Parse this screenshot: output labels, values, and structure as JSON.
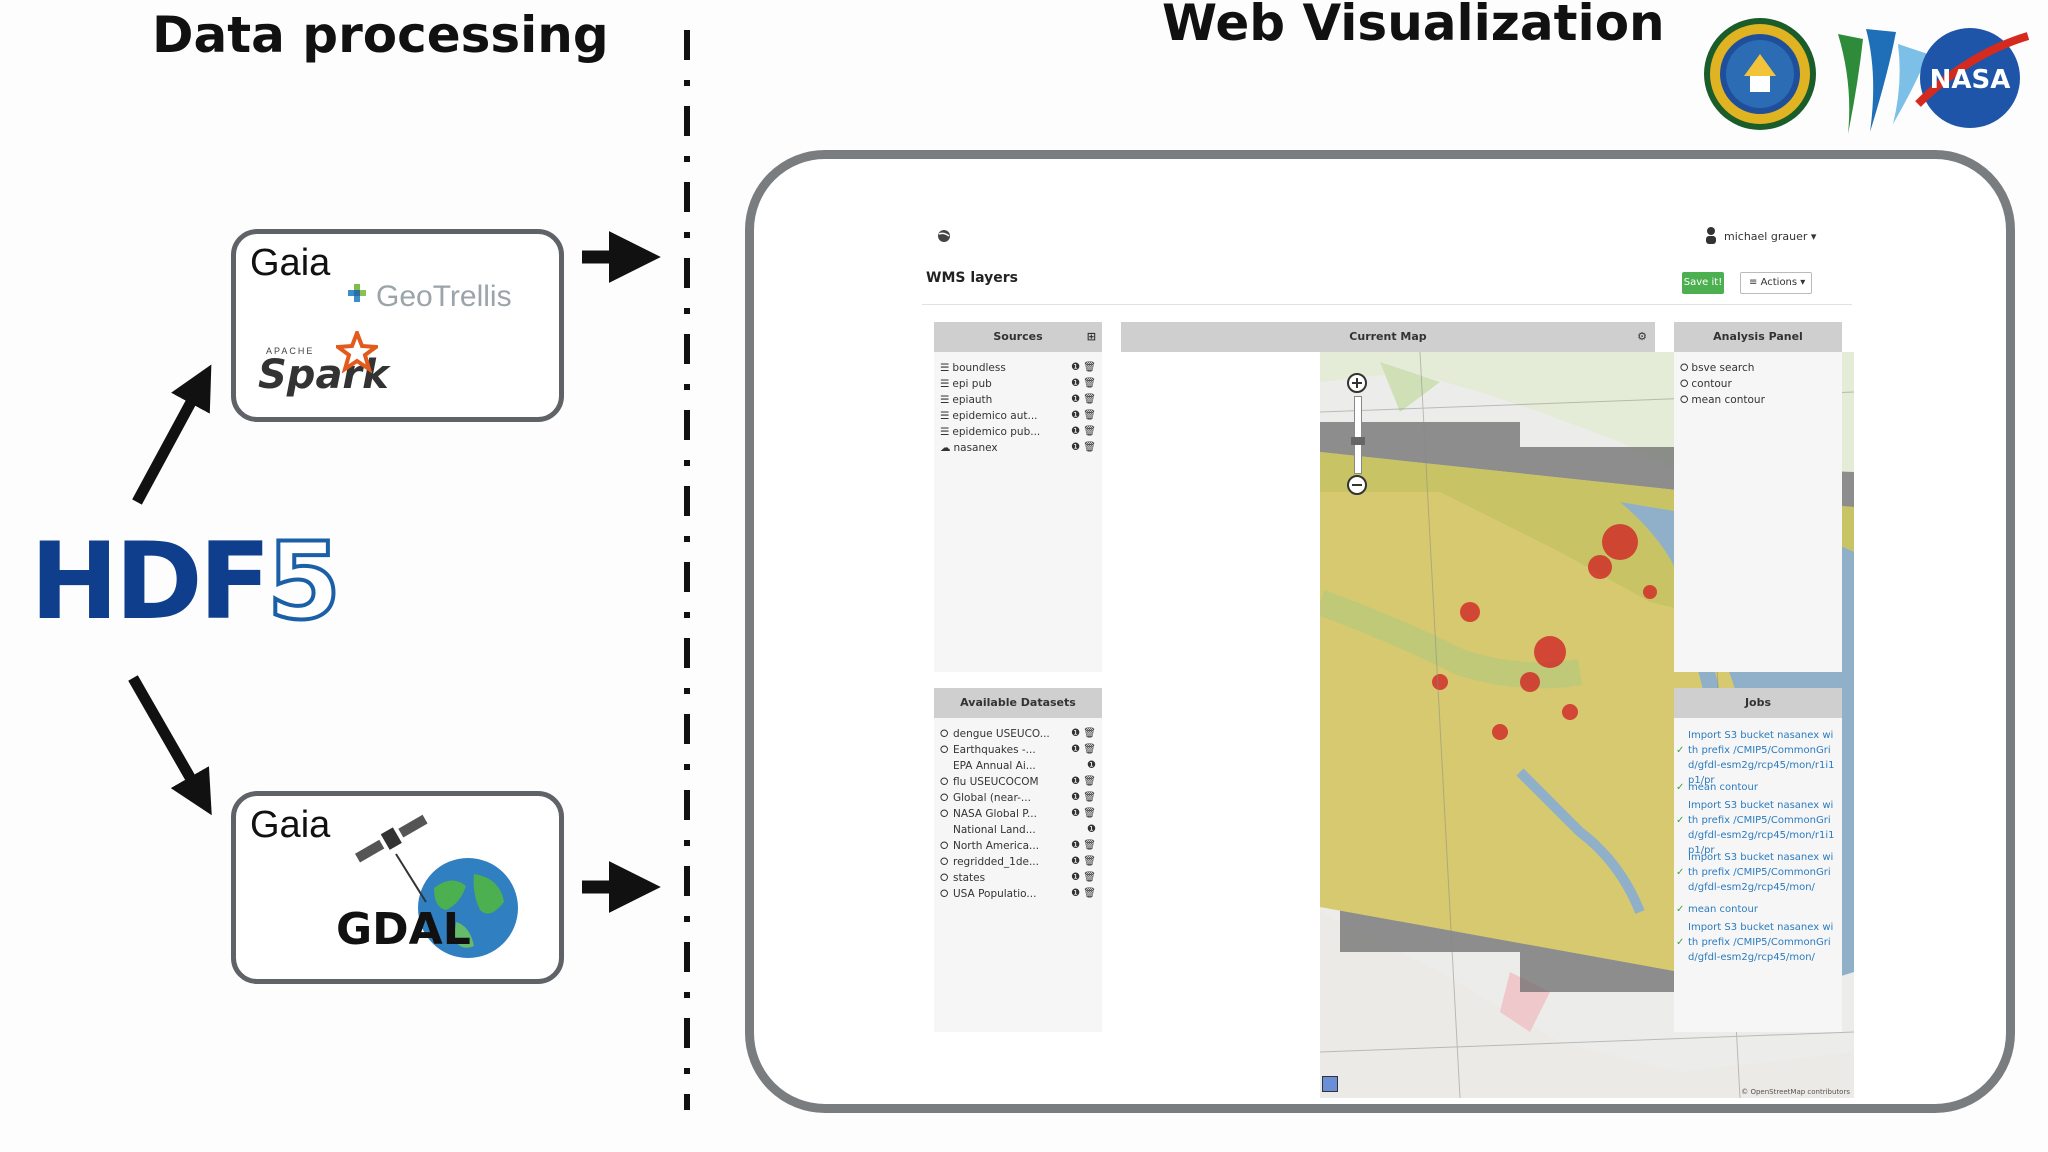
{
  "headings": {
    "left": "Data processing",
    "right": "Web Visualization"
  },
  "gaia_top": {
    "label": "Gaia",
    "logo_geotrellis": "GeoTrellis",
    "logo_spark_small": "APACHE",
    "logo_spark": "Spark"
  },
  "gaia_bottom": {
    "label": "Gaia",
    "logo_gdal": "GDAL"
  },
  "hdf5_logo": {
    "main": "HDF",
    "digit": "5"
  },
  "sponsor_logos": {
    "nasa": "NASA"
  },
  "app": {
    "user": "michael grauer",
    "title": "WMS layers",
    "save_label": "Save it!",
    "actions_label": "Actions",
    "sources": {
      "header": "Sources",
      "items": [
        "boundless",
        "epi pub",
        "epiauth",
        "epidemico aut...",
        "epidemico pub...",
        "nasanex"
      ]
    },
    "current_map": {
      "header": "Current Map",
      "attribution": "© OpenStreetMap contributors"
    },
    "analysis": {
      "header": "Analysis Panel",
      "items": [
        "bsve search",
        "contour",
        "mean contour"
      ]
    },
    "datasets": {
      "header": "Available Datasets",
      "items": [
        "dengue USEUCO...",
        "Earthquakes -...",
        "EPA Annual Ai...",
        "flu USEUCOCOM",
        "Global (near-...",
        "NASA Global P...",
        "National Land...",
        "North America...",
        "regridded_1de...",
        "states",
        "USA Populatio..."
      ]
    },
    "jobs": {
      "header": "Jobs",
      "items": [
        "Import S3 bucket nasanex with prefix /CMIP5/CommonGrid/gfdl-esm2g/rcp45/mon/r1i1p1/pr",
        "mean contour",
        "Import S3 bucket nasanex with prefix /CMIP5/CommonGrid/gfdl-esm2g/rcp45/mon/r1i1p1/pr",
        "Import S3 bucket nasanex with prefix /CMIP5/CommonGrid/gfdl-esm2g/rcp45/mon/",
        "mean contour",
        "Import S3 bucket nasanex with prefix /CMIP5/CommonGrid/gfdl-esm2g/rcp45/mon/"
      ]
    }
  },
  "colors": {
    "hdf_blue": "#0f3f8c",
    "save_green": "#4caf50",
    "frame_gray": "#7a7d80",
    "link_blue": "#2b7bbf"
  }
}
